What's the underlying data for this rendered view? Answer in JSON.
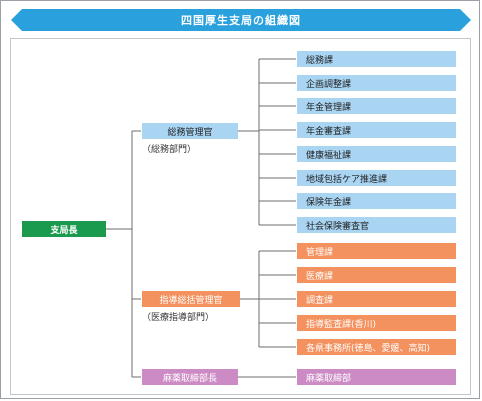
{
  "title": "四国厚生支局の組織図",
  "root": {
    "label": "支局長"
  },
  "groups": [
    {
      "head": "総務管理官",
      "sub": "（総務部門）",
      "units": [
        "総務課",
        "企画調整課",
        "年金管理課",
        "年金審査課",
        "健康福祉課",
        "地域包括ケア推進課",
        "保険年金課"
      ]
    },
    {
      "standalone": "社会保険審査官"
    },
    {
      "head": "指導総括管理官",
      "sub": "（医療指導部門）",
      "units": [
        "管理課",
        "医療課",
        "調査課",
        "指導監査課(香川)",
        "各県事務所(徳島、愛媛、高知)"
      ]
    },
    {
      "head": "麻薬取締部長",
      "units": [
        "麻薬取締部"
      ]
    }
  ],
  "colors": {
    "banner": "#2aa1dc",
    "root": "#1a9a4f",
    "general_affairs": "#a9d5f3",
    "medical_guidance": "#f3915f",
    "narcotics": "#cc8bc4",
    "connector": "#6d6d6d"
  }
}
